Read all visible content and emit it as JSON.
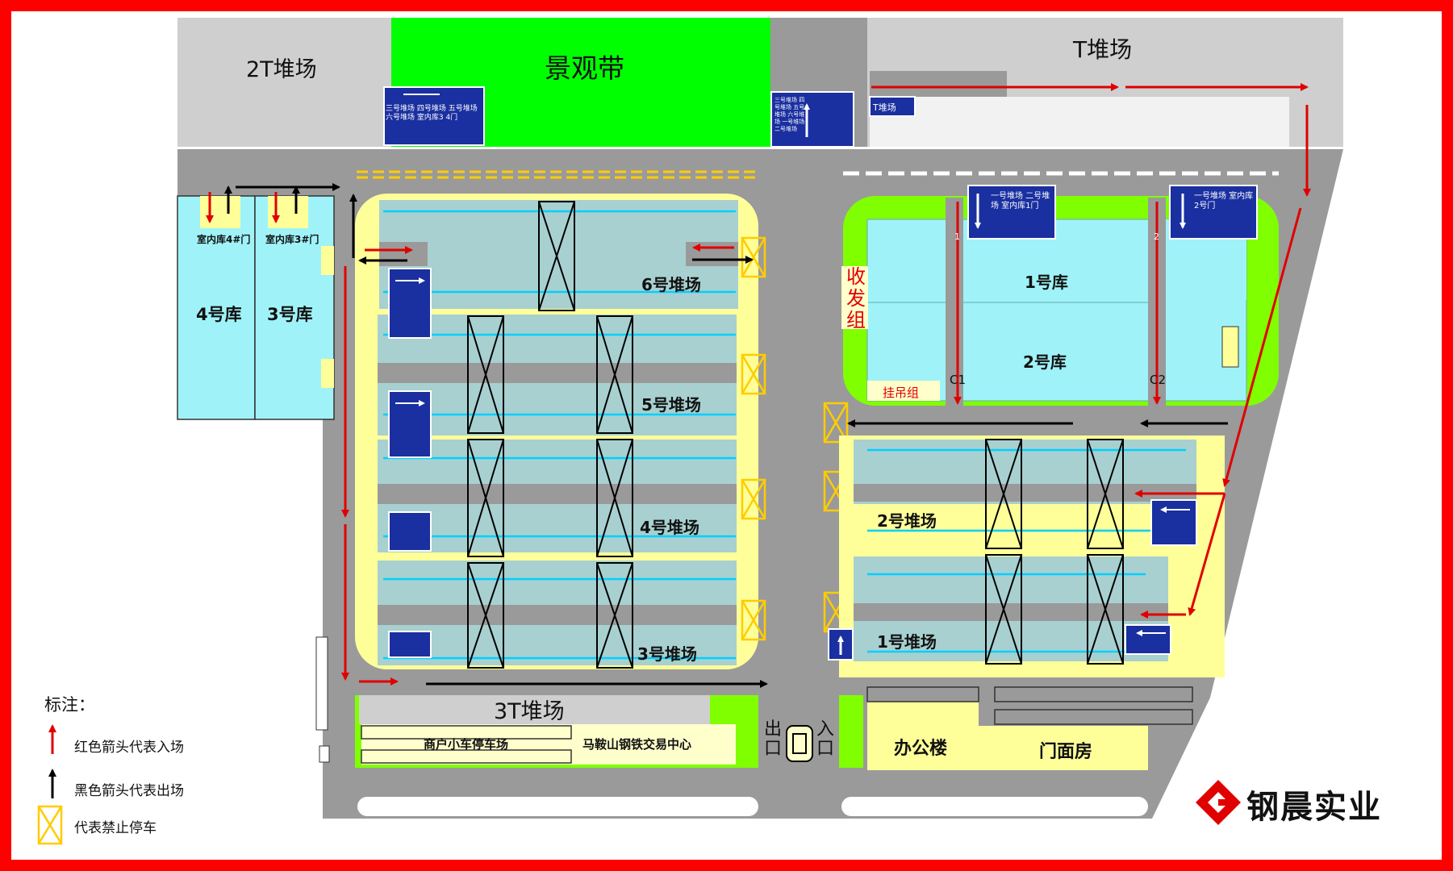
{
  "zones": {
    "yard_2t": "2T堆场",
    "landscape_belt": "景观带",
    "yard_t": "T堆场",
    "warehouse_4": "4号库",
    "warehouse_3": "3号库",
    "indoor_gate_4": "室内库4#门",
    "indoor_gate_3": "室内库3#门",
    "yard_6": "6号堆场",
    "yard_5": "5号堆场",
    "yard_4": "4号堆场",
    "yard_3": "3号堆场",
    "yard_3t": "3T堆场",
    "small_car_parking": "商户小车停车场",
    "trading_center": "马鞍山钢铁交易中心",
    "dispatch_group": "收发组",
    "hanging_group": "挂吊组",
    "warehouse_1": "1号库",
    "warehouse_2": "2号库",
    "gate_c1": "C1",
    "gate_c2": "C2",
    "gate_1_tag": "1",
    "gate_2_tag": "2",
    "yard_2": "2号堆场",
    "yard_1": "1号堆场",
    "office_building": "办公楼",
    "shop_front": "门面房",
    "exit": "出口",
    "entrance": "入口"
  },
  "signs": {
    "top_left_sign": "三号堆场 四号堆场 五号堆场 六号堆场 室内库3 4门",
    "top_center_sign": "三号堆场 四号堆场 五号堆场 六号堆场 一号堆场 二号堆场",
    "t_yard_sign": "T堆场",
    "w1_sign": "一号堆场 二号堆场 室内库1门",
    "w2_sign": "一号堆场 室内库2号门"
  },
  "legend": {
    "title": "标注：",
    "items": [
      {
        "icon": "red-arrow-icon",
        "text": "红色箭头代表入场"
      },
      {
        "icon": "black-arrow-icon",
        "text": "黑色箭头代表出场"
      },
      {
        "icon": "no-parking-icon",
        "text": "代表禁止停车"
      }
    ]
  },
  "brand": {
    "name": "钢晨实业",
    "color": "#e00000"
  },
  "colors": {
    "border": "#ff0000",
    "road": "#999999",
    "landscape": "#00ff00",
    "warehouse": "#9ff3f8",
    "yard": "#a8d0d0",
    "sidewalk": "#ffff99",
    "sign": "#1a2fa0",
    "grass": "#80ff00"
  }
}
